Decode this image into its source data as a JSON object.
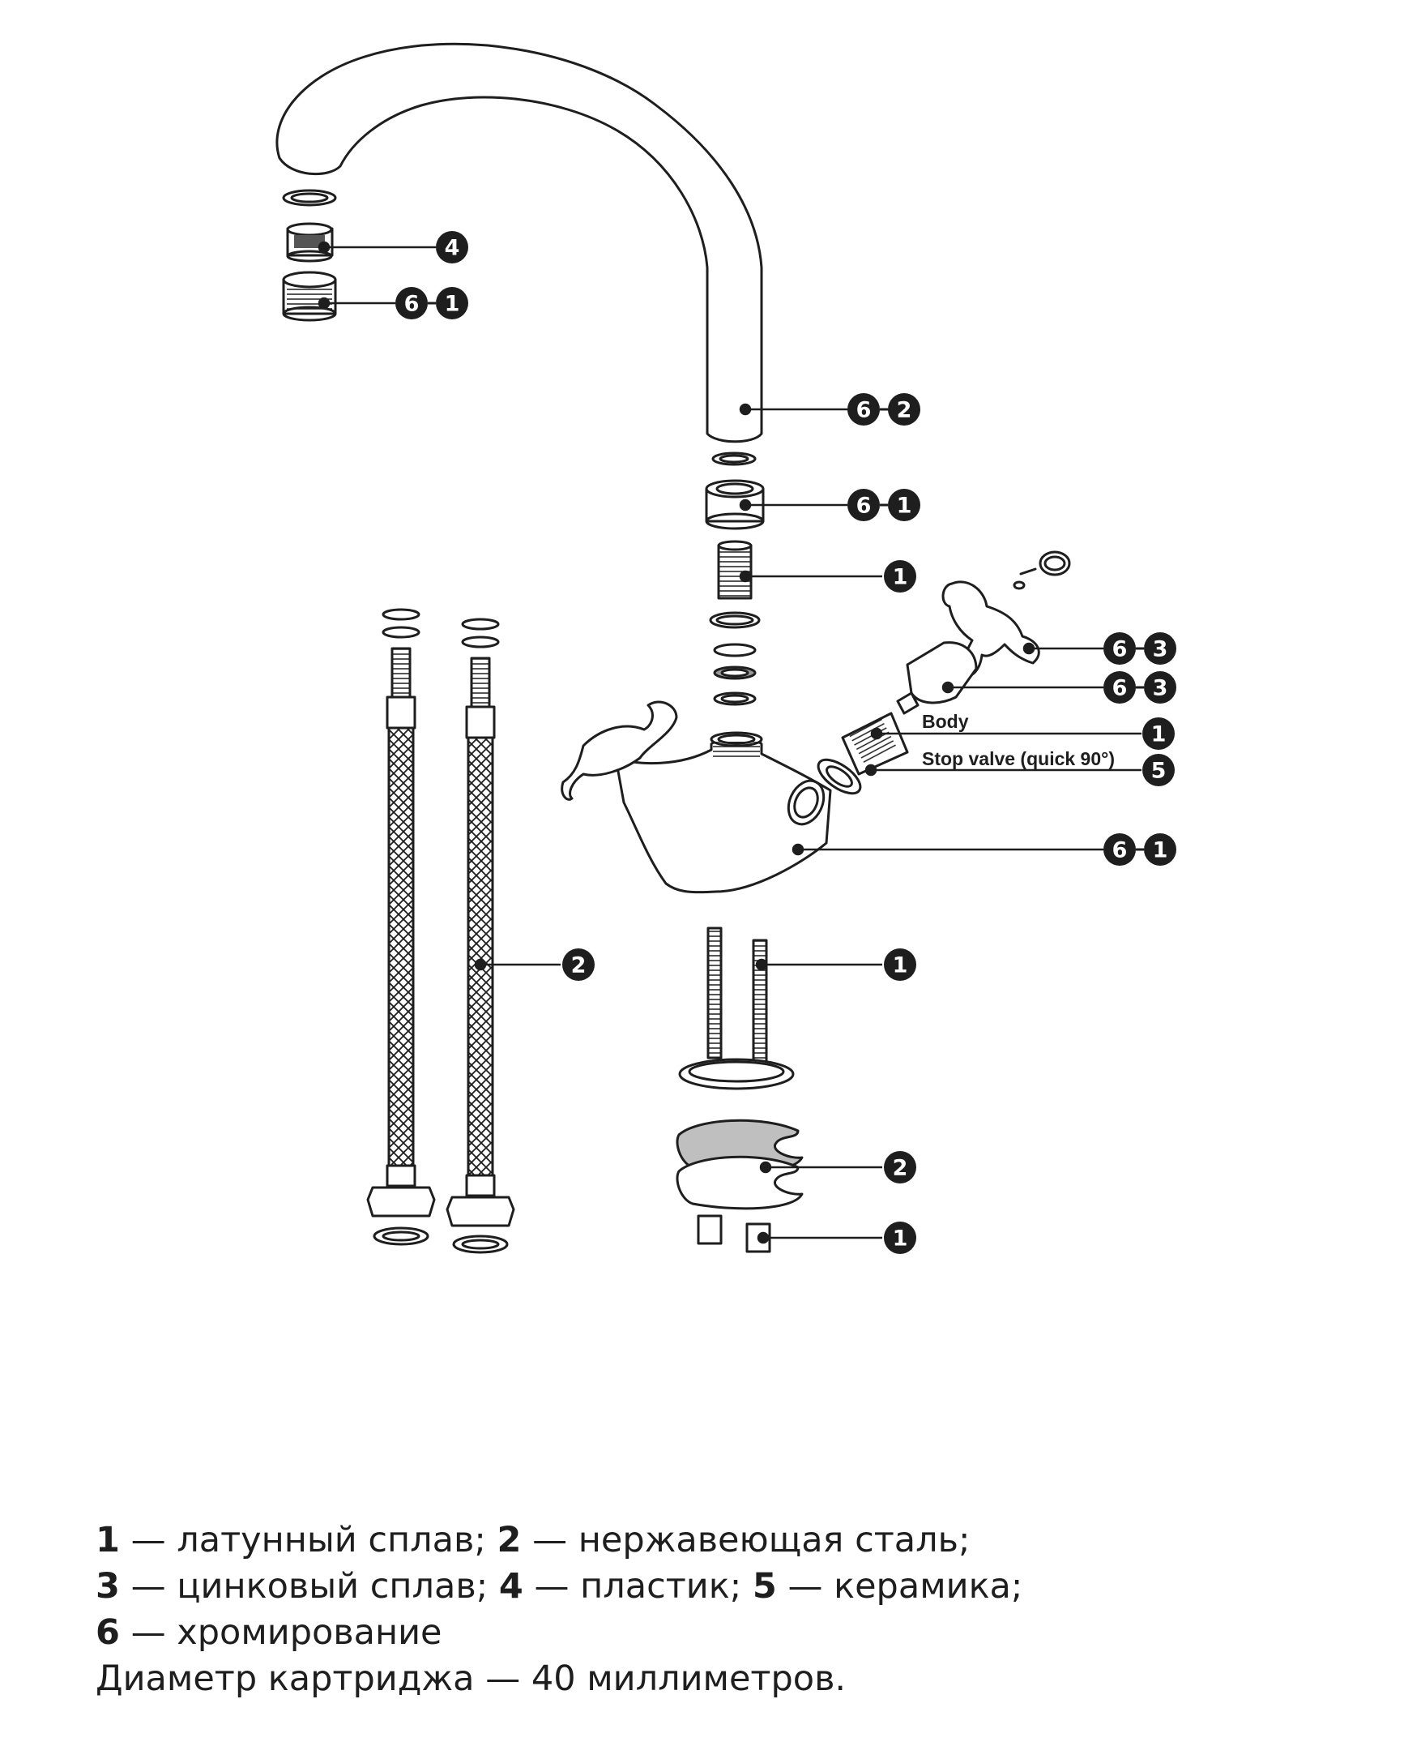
{
  "labels": {
    "body": "Body",
    "stop_valve": "Stop valve (quick 90°)"
  },
  "callouts": {
    "aerator_insert": [
      "4"
    ],
    "aerator_housing": [
      "6",
      "1"
    ],
    "spout": [
      "6",
      "2"
    ],
    "spout_nut": [
      "6",
      "1"
    ],
    "spout_nipple": [
      "1"
    ],
    "handle": [
      "6",
      "3"
    ],
    "handle_cap": [
      "6",
      "3"
    ],
    "cartridge_body": [
      "1"
    ],
    "cartridge_seal": [
      "5"
    ],
    "faucet_body": [
      "6",
      "1"
    ],
    "hose": [
      "2"
    ],
    "studs": [
      "1"
    ],
    "clamp_plate": [
      "2"
    ],
    "nuts": [
      "1"
    ]
  },
  "legend": {
    "line1": [
      {
        "num": "1",
        "sep": " — ",
        "text": "латунный сплав; "
      },
      {
        "num": "2",
        "sep": " — ",
        "text": "нержавеющая сталь;"
      }
    ],
    "line2": [
      {
        "num": "3",
        "sep": " — ",
        "text": "цинковый сплав; "
      },
      {
        "num": "4",
        "sep": " — ",
        "text": "пластик; "
      },
      {
        "num": "5",
        "sep": " — ",
        "text": "керамика;"
      }
    ],
    "line3": [
      {
        "num": "6",
        "sep": " — ",
        "text": "хромирование"
      }
    ],
    "line4": "Диаметр картриджа — 40 миллиметров."
  },
  "colors": {
    "ink": "#1e1e1e",
    "fill_light": "#ffffff",
    "fill_grey": "#bfbfbf",
    "callout_bg": "#1e1e1e",
    "callout_text": "#ffffff"
  }
}
